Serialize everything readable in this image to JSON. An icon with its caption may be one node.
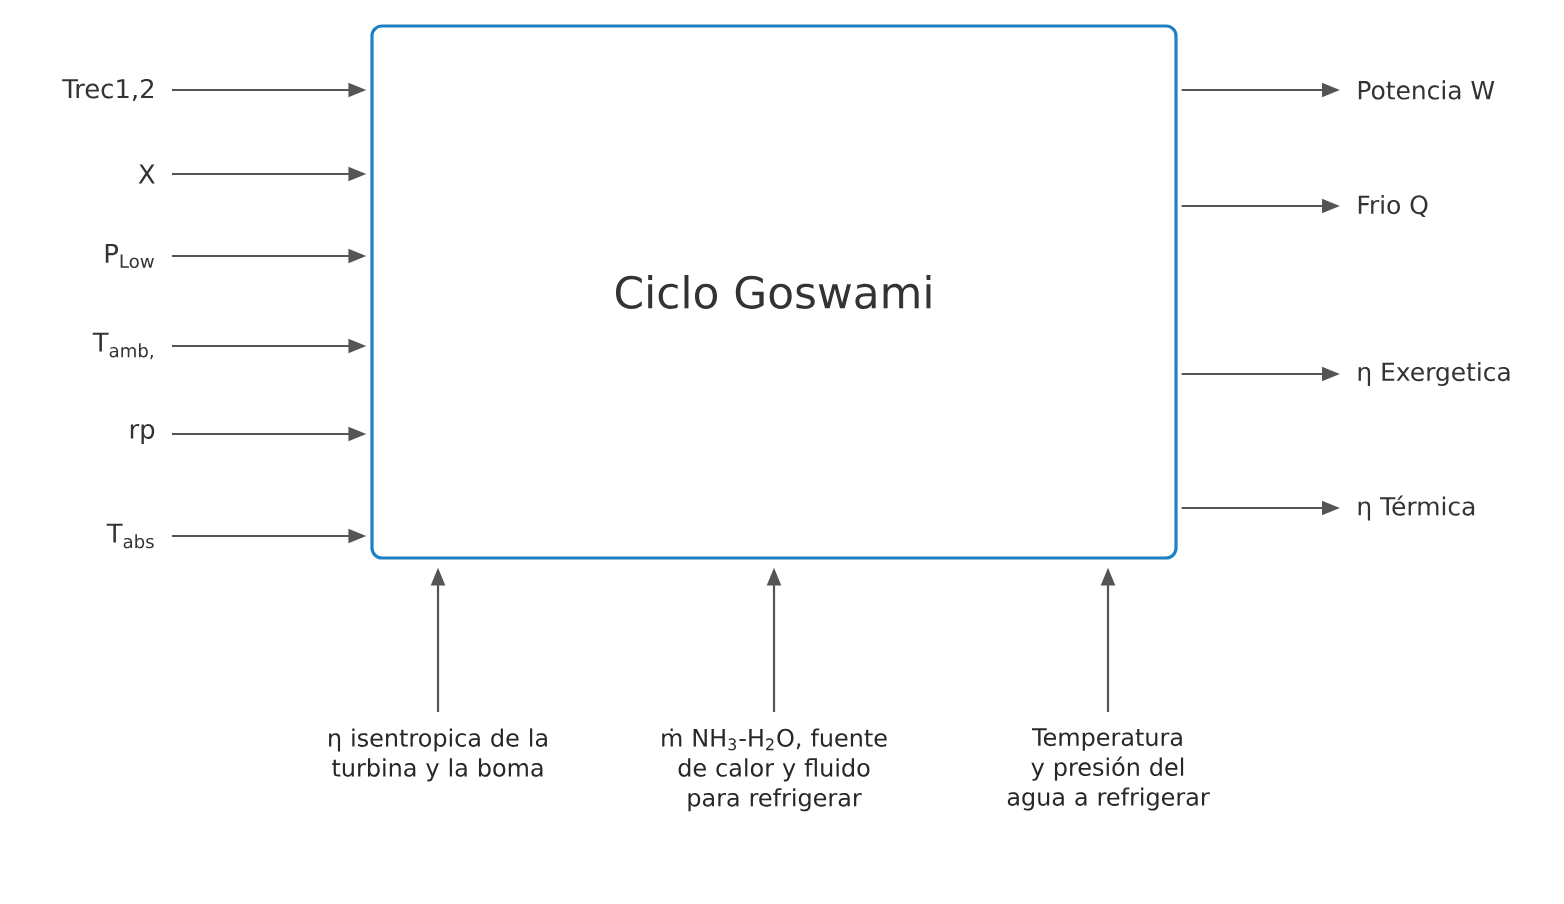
{
  "diagram": {
    "nodes": [
      {
        "text": [
          "Ciclo Goswami"
        ]
      },
      {
        "text": [
          "Trec1,2"
        ]
      },
      {
        "text": [
          "X"
        ]
      },
      {
        "text": [
          "P$_{Low}$"
        ]
      },
      {
        "text": [
          "T$_{amb,}$"
        ]
      },
      {
        "text": [
          "rp"
        ]
      },
      {
        "text": [
          "T$_{abs}$"
        ]
      },
      {
        "text": [
          "Potencia W"
        ]
      },
      {
        "text": [
          "Frio Q"
        ]
      },
      {
        "text": [
          "η Exergetica"
        ]
      },
      {
        "text": [
          "η Térmica"
        ]
      },
      {
        "text": [
          "η isentropica de la turbina y la boma"
        ]
      },
      {
        "text": [
          "ṁ NH$_{3}$-H$_{2}$O, fuente de calor y fluido para refrigerar"
        ]
      },
      {
        "text": [
          "Temperatura y presión del agua a refrigerar"
        ]
      }
    ],
    "edges": [
      {
        "from": 1,
        "to": 0,
        "arrow": "to"
      },
      {
        "from": 2,
        "to": 0,
        "arrow": "to"
      },
      {
        "from": 3,
        "to": 0,
        "arrow": "to"
      },
      {
        "from": 4,
        "to": 0,
        "arrow": "to"
      },
      {
        "from": 5,
        "to": 0,
        "arrow": "to"
      },
      {
        "from": 6,
        "to": 0,
        "arrow": "to"
      },
      {
        "from": 0,
        "to": 7,
        "arrow": "to"
      },
      {
        "from": 0,
        "to": 8,
        "arrow": "to"
      },
      {
        "from": 0,
        "to": 9,
        "arrow": "to"
      },
      {
        "from": 0,
        "to": 10,
        "arrow": "to"
      },
      {
        "from": 11,
        "to": 0,
        "arrow": "to"
      },
      {
        "from": 12,
        "to": 0,
        "arrow": "to"
      },
      {
        "from": 13,
        "to": 0,
        "arrow": "to"
      }
    ]
  }
}
